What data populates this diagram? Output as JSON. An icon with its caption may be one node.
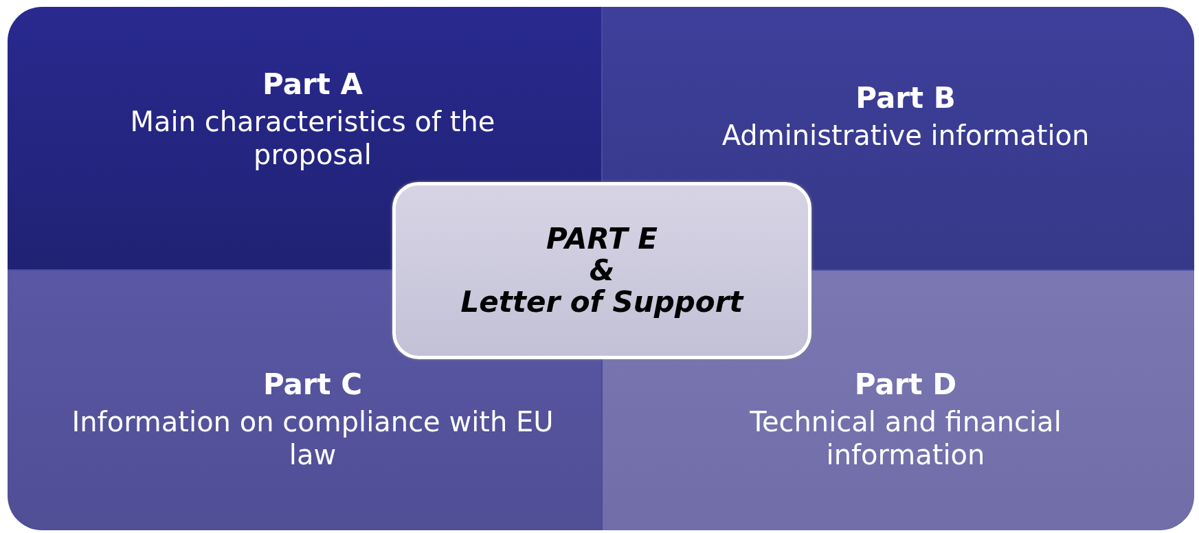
{
  "diagram": {
    "nodes": [
      {
        "text": [
          "Part A",
          "Main characteristics of the proposal"
        ]
      },
      {
        "text": [
          "Part B",
          "Administrative information"
        ]
      },
      {
        "text": [
          "Part C",
          "Information on compliance with EU law"
        ]
      },
      {
        "text": [
          "Part D",
          "Technical and financial information"
        ]
      },
      {
        "text": [
          "PART E",
          "&",
          "Letter of Support"
        ]
      }
    ]
  }
}
